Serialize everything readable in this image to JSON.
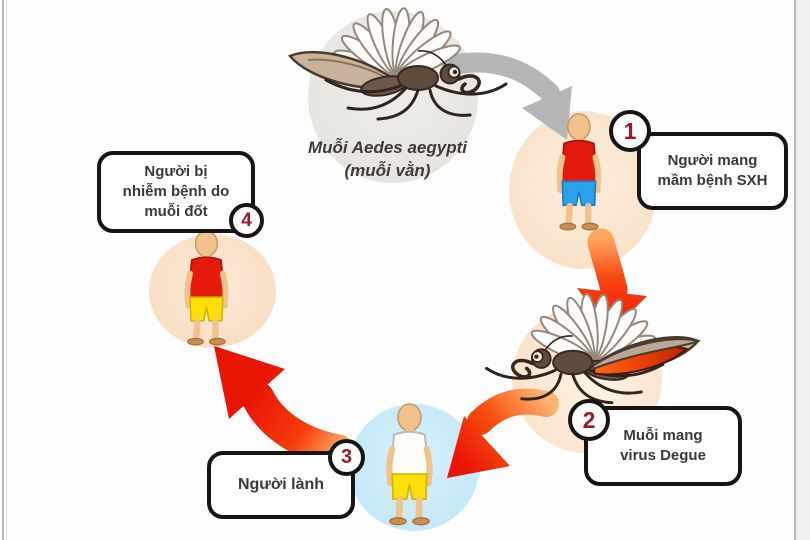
{
  "caption": {
    "line1": "Muỗi Aedes aegypti",
    "line2": "(muỗi vằn)"
  },
  "nodes": [
    {
      "number": "1",
      "lines": [
        "Người mang",
        "mầm bệnh SXH"
      ]
    },
    {
      "number": "2",
      "lines": [
        "Muỗi mang",
        "virus Degue"
      ]
    },
    {
      "number": "3",
      "lines": [
        "Người lành"
      ]
    },
    {
      "number": "4",
      "lines": [
        "Người bị",
        "nhiễm bệnh do",
        "muỗi đốt"
      ]
    }
  ],
  "colors": {
    "arrow_red": "#ee1a06",
    "arrow_red_tail": "#ff9f57",
    "arrow_gray": "#b6b6b6",
    "box_border": "#171513",
    "number_red": "#9e1b24",
    "halo_peach": "#fae1c9",
    "halo_blue": "#c3e8f8",
    "halo_gray": "#e7e5e0",
    "shirt_red": "#e6190d",
    "shirt_white": "#fbfbf8",
    "shorts_blue": "#2aa2ea",
    "shorts_yellow": "#ffdf0a",
    "skin": "#f0c28c",
    "mosquito_body": "#5d4b3e",
    "blood_red": "#cc2404"
  }
}
